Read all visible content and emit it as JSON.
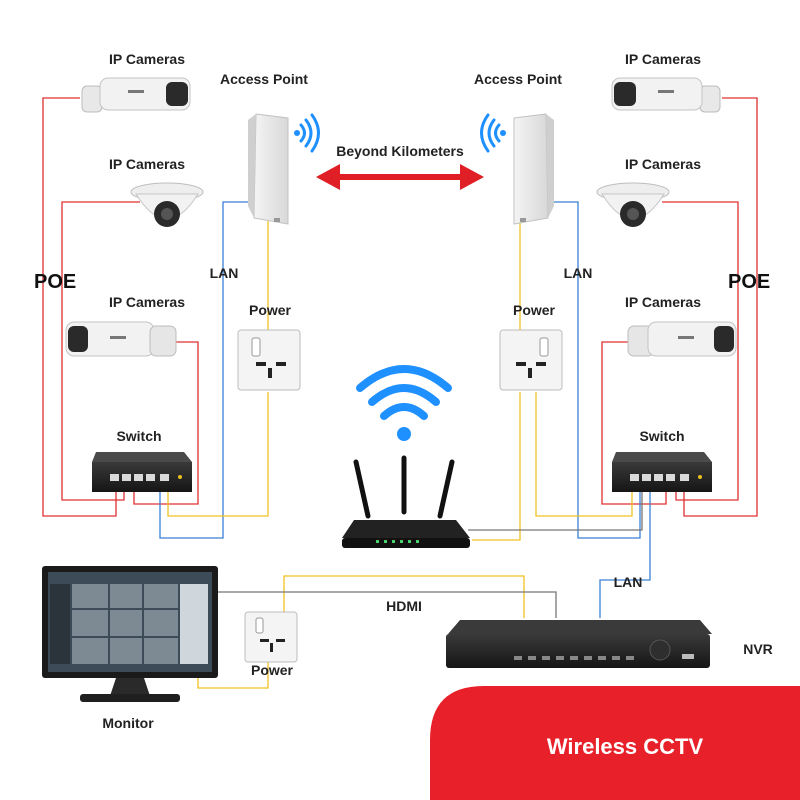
{
  "labels": {
    "ip_cameras": "IP Cameras",
    "access_point": "Access Point",
    "beyond_kilometers": "Beyond Kilometers",
    "poe": "POE",
    "lan": "LAN",
    "power": "Power",
    "switch": "Switch",
    "hdmi": "HDMI",
    "monitor": "Monitor",
    "nvr": "NVR"
  },
  "banner": {
    "title": "Wireless CCTV"
  },
  "colors": {
    "poe_wire": "#e03030",
    "lan_wire": "#3a7fd5",
    "power_wire": "#f0c020",
    "hdmi_wire": "#777777",
    "wifi": "#1e90ff",
    "banner": "#e8202a",
    "arrow": "#e01e26"
  }
}
